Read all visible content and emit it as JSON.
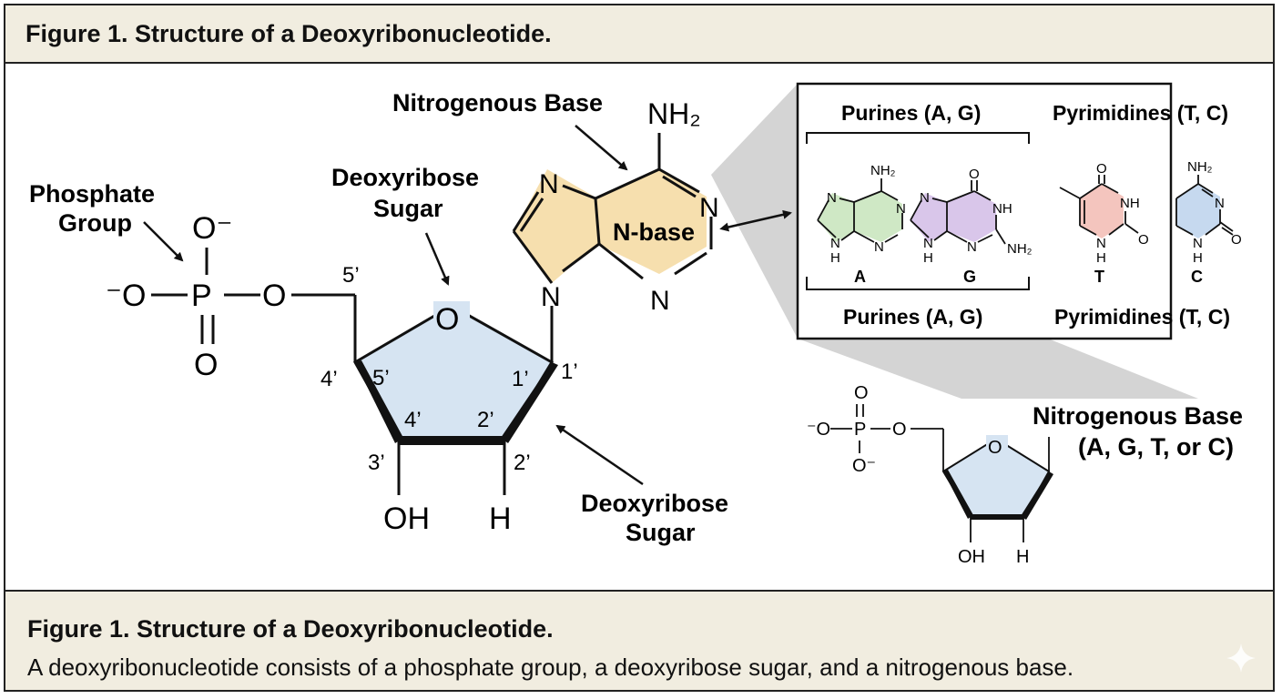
{
  "header": {
    "title": "Figure 1. Structure of a Deoxyribonucleotide."
  },
  "main_structure": {
    "phosphate_label_1": "Phosphate",
    "phosphate_label_2": "Group",
    "sugar_top_label_1": "Deoxyribose",
    "sugar_top_label_2": "Sugar",
    "base_label": "Nitrogenous Base",
    "sugar_bottom_label_1": "Deoxyribose",
    "sugar_bottom_label_2": "Sugar",
    "nbase_center": "N-base",
    "atoms": {
      "o_minus_left": "⁻O",
      "p": "P",
      "o_ester": "O",
      "o_top": "O⁻",
      "o_bottom": "O",
      "ring_o": "O",
      "oh": "OH",
      "h": "H",
      "nh2": "NH₂",
      "n_left": "N",
      "n_right": "N",
      "n_bottom_left": "N",
      "n_bottom_right": "N"
    },
    "carbon_labels": {
      "c5_outer": "5’",
      "c4_outer": "4’",
      "c5_inner": "5’",
      "c1_inner": "1’",
      "c1_outer": "1’",
      "c4_inner": "4’",
      "c2_inner": "2’",
      "c3_outer": "3’",
      "c2_outer": "2’"
    }
  },
  "inset": {
    "purines_top": "Purines (A, G)",
    "pyrimidines_top": "Pyrimidines (T, C)",
    "purines_bottom": "Purines (A, G)",
    "pyrimidines_bottom": "Pyrimidines (T, C)",
    "bases": [
      {
        "letter": "A",
        "color": "#cfe8c5"
      },
      {
        "letter": "G",
        "color": "#d9c6ea"
      },
      {
        "letter": "T",
        "color": "#f4c5be"
      },
      {
        "letter": "C",
        "color": "#c6d9ef"
      }
    ],
    "atoms": {
      "a_nh2": "NH₂",
      "a_n1": "N",
      "a_n2": "N",
      "a_n3": "N",
      "a_nh": "N",
      "a_h": "H",
      "g_o": "O",
      "g_nh": "NH",
      "g_n1": "N",
      "g_n2": "N",
      "g_nh2": "NH₂",
      "g_nh9": "N",
      "g_h": "H",
      "t_o1": "O",
      "t_nh": "NH",
      "t_o2": "O",
      "t_n": "N",
      "t_h": "H",
      "c_nh2": "NH₂",
      "c_n1": "N",
      "c_o": "O",
      "c_n": "N",
      "c_h": "H"
    }
  },
  "mini_structure": {
    "base_label_1": "Nitrogenous Base",
    "base_label_2": "(A, G, T, or C)",
    "atoms": {
      "o_top": "O",
      "o_minus_left": "⁻O",
      "p": "P",
      "o_ester": "O",
      "o_minus_bottom": "O⁻",
      "ring_o": "O",
      "oh": "OH",
      "h": "H"
    }
  },
  "caption": {
    "title": "Figure 1. Structure of a Deoxyribonucleotide.",
    "text": "A deoxyribonucleotide consists of a phosphate group, a deoxyribose sugar, and a nitrogenous base."
  },
  "colors": {
    "sugar": "#d6e4f2",
    "base": "#f6dfae",
    "panel": "#f1ede0",
    "shade": "#d4d4d4"
  }
}
